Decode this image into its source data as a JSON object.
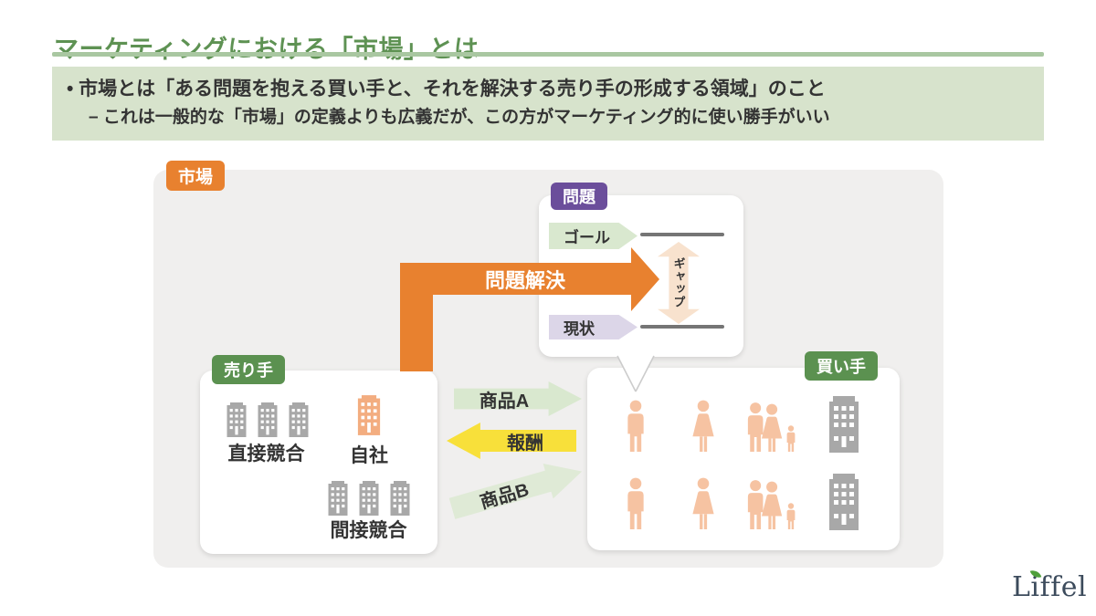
{
  "slide": {
    "title": "マーケティングにおける「市場」とは",
    "summary": {
      "line1": "• 市場とは「ある問題を抱える買い手と、それを解決する売り手の形成する領域」のこと",
      "line2": "– これは一般的な「市場」の定義よりも広義だが、この方がマーケティング的に使い勝手がいい"
    },
    "logo_text": "Liffel"
  },
  "diagram": {
    "market_badge": "市場",
    "problem": {
      "badge": "問題",
      "goal": "ゴール",
      "gap": "ギャップ",
      "current": "現状"
    },
    "solution_arrow": "問題解決",
    "seller": {
      "badge": "売り手",
      "direct_competitors": "直接競合",
      "own_company": "自社",
      "indirect_competitors": "間接競合"
    },
    "buyer": {
      "badge": "買い手"
    },
    "exchange": {
      "product_a": "商品A",
      "reward": "報酬",
      "product_b": "商品B"
    }
  },
  "colors": {
    "title_green": "#5e9253",
    "underline_green": "#a9c7a1",
    "summary_bg": "#d7e3cc",
    "container_bg": "#f0efee",
    "orange": "#e8812f",
    "purple": "#6b4e9b",
    "badge_green": "#5b9150",
    "light_green": "#d9e8cf",
    "lavender": "#dcd6e8",
    "gap_peach": "#f8e2ce",
    "yellow": "#f8e03a",
    "people_peach": "#f6c3a2",
    "own_company_orange": "#f3ad80",
    "building_gray": "#a8a8a8",
    "line_gray": "#757575",
    "text_dark": "#333333",
    "logo_navy": "#3c4b5c",
    "leaf_green": "#4f9f3b"
  }
}
